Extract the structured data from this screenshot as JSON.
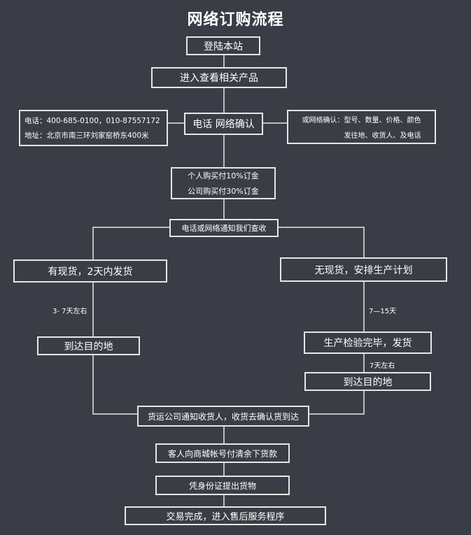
{
  "title": "网络订购流程",
  "steps": {
    "login": "登陆本站",
    "browse": "进入查看相关产品",
    "confirm": "电话 网络确认",
    "phone_line": "电话：400-685-0100，010-87557172",
    "address_line": "地址：北京市南三环刘家窑桥东400米",
    "online_line1": "或网络确认：型号、数量、价格、颜色",
    "online_line2": "发往地、收货人、及电话",
    "deposit_personal": "个人购买付10%订金",
    "deposit_company": "公司购买付30%订金",
    "notify_check": "电话或网络通知我们查收",
    "in_stock": "有现货，2天内发货",
    "no_stock": "无现货，安排生产计划",
    "left_duration": "3- 7天左右",
    "right_duration": "7—15天",
    "left_arrive": "到达目的地",
    "production_done": "生产检验完毕，发货",
    "right_ship_duration": "7天左右",
    "right_arrive": "到达目的地",
    "freight_notify": "货运公司通知收货人，收货去确认货到达",
    "pay_balance": "客人向商城帐号付清余下货款",
    "pickup": "凭身份证提出货物",
    "complete": "交易完成，进入售后服务程序"
  }
}
